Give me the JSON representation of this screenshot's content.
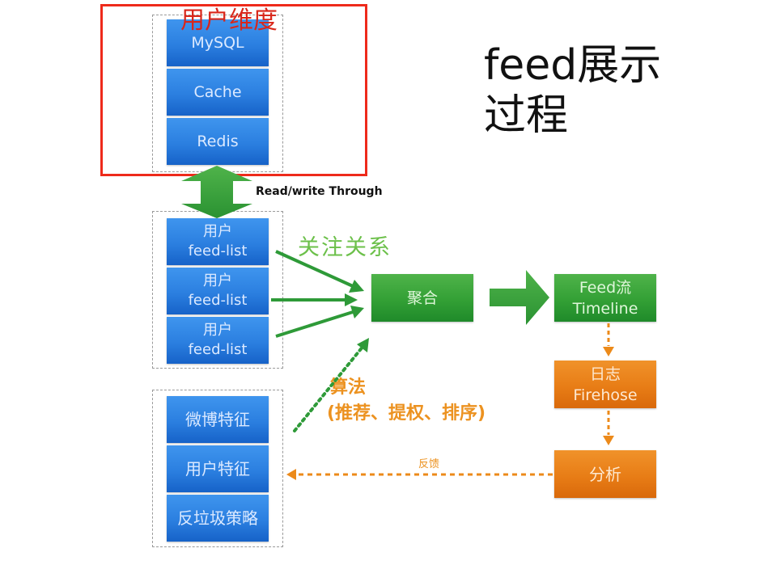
{
  "title": {
    "line1": "feed展示",
    "line2": "过程"
  },
  "user_dimension": {
    "label": "用户维度",
    "stores": [
      "MySQL",
      "Cache",
      "Redis"
    ]
  },
  "read_write_through": "Read/write Through",
  "feed_lists": [
    {
      "line1": "用户",
      "line2": "feed-list"
    },
    {
      "line1": "用户",
      "line2": "feed-list"
    },
    {
      "line1": "用户",
      "line2": "feed-list"
    }
  ],
  "follow_relation": "关注关系",
  "aggregate": "聚合",
  "timeline": {
    "line1": "Feed流",
    "line2": "Timeline"
  },
  "log": {
    "line1": "日志",
    "line2": "Firehose"
  },
  "analysis": "分析",
  "feedback": "反馈",
  "algorithm": {
    "line1": "算法",
    "line2": "(推荐、提权、排序)"
  },
  "features": [
    "微博特征",
    "用户特征",
    "反垃圾策略"
  ],
  "colors": {
    "blue": "#2b7fe0",
    "green": "#33a035",
    "orange": "#e87d16",
    "red": "#ee2a1b",
    "follow_text": "#6cc04a",
    "algo_text": "#ec9220"
  }
}
